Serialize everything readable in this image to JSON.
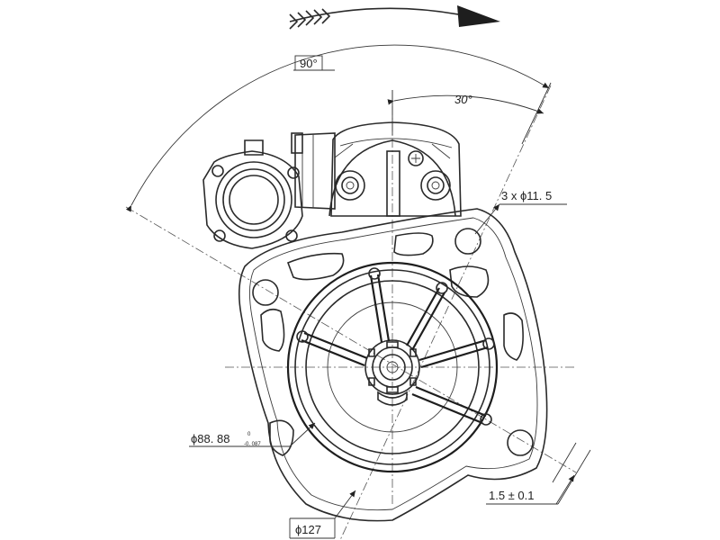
{
  "dimensions": {
    "angle_large": "90°",
    "angle_small": "30°",
    "holes": "3 x  ϕ11. 5",
    "pilot_diameter": "ϕ88. 88",
    "pilot_tol_upper": "0",
    "pilot_tol_lower": "-0. 087",
    "flange_diameter": "ϕ127",
    "offset": "1.5 ± 0.1"
  },
  "icons": [
    "rotation-direction-arrow-icon"
  ]
}
